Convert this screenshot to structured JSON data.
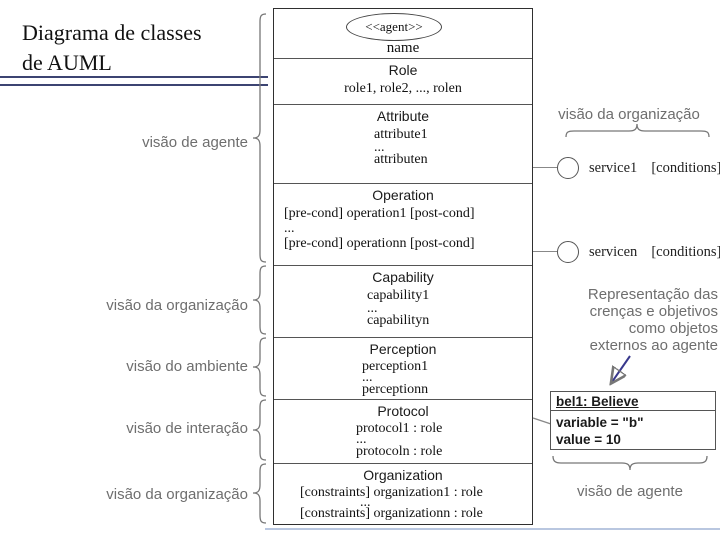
{
  "title": {
    "line1": "Diagrama de classes",
    "line2": "de AUML"
  },
  "agent_class": {
    "stereotype": "<<agent>>",
    "name": "name",
    "compartments": [
      {
        "header": "Role",
        "items": [
          "role1, role2, ..., rolen"
        ]
      },
      {
        "header": "Attribute",
        "items": [
          "attribute1",
          "...",
          "attributen"
        ]
      },
      {
        "header": "Operation",
        "items": [
          "[pre-cond] operation1 [post-cond]",
          "...",
          "[pre-cond] operationn [post-cond]"
        ]
      },
      {
        "header": "Capability",
        "items": [
          "capability1",
          "...",
          "capabilityn"
        ]
      },
      {
        "header": "Perception",
        "items": [
          "perception1",
          "...",
          "perceptionn"
        ]
      },
      {
        "header": "Protocol",
        "items": [
          "protocol1 : role",
          "...",
          "protocoln : role"
        ]
      },
      {
        "header": "Organization",
        "items": [
          "[constraints] organization1 : role",
          "...",
          "[constraints] organizationn : role"
        ]
      }
    ]
  },
  "left_annotations": [
    {
      "label": "visão de agente"
    },
    {
      "label": "visão da organização"
    },
    {
      "label": "visão do ambiente"
    },
    {
      "label": "visão de interação"
    },
    {
      "label": "visão da organização"
    }
  ],
  "right_annotations": {
    "organization_view_label": "visão da organização",
    "services": [
      {
        "name": "service1",
        "conditions": "[conditions]"
      },
      {
        "name": "servicen",
        "conditions": "[conditions]"
      }
    ],
    "note_lines": [
      "Representação das",
      "crenças e objetivos",
      "como objetos",
      "externos ao agente"
    ],
    "belief_object": {
      "title": "bel1: Believe",
      "attributes": [
        "variable = \"b\"",
        "value = 10"
      ]
    },
    "agent_view_label": "visão de agente"
  },
  "colors": {
    "title_rule": "#3c4472",
    "diagram_line": "#555555",
    "label_text": "#6e6e6e",
    "arrow": "#38388c",
    "bottom_rule": "#b9c7e0"
  }
}
